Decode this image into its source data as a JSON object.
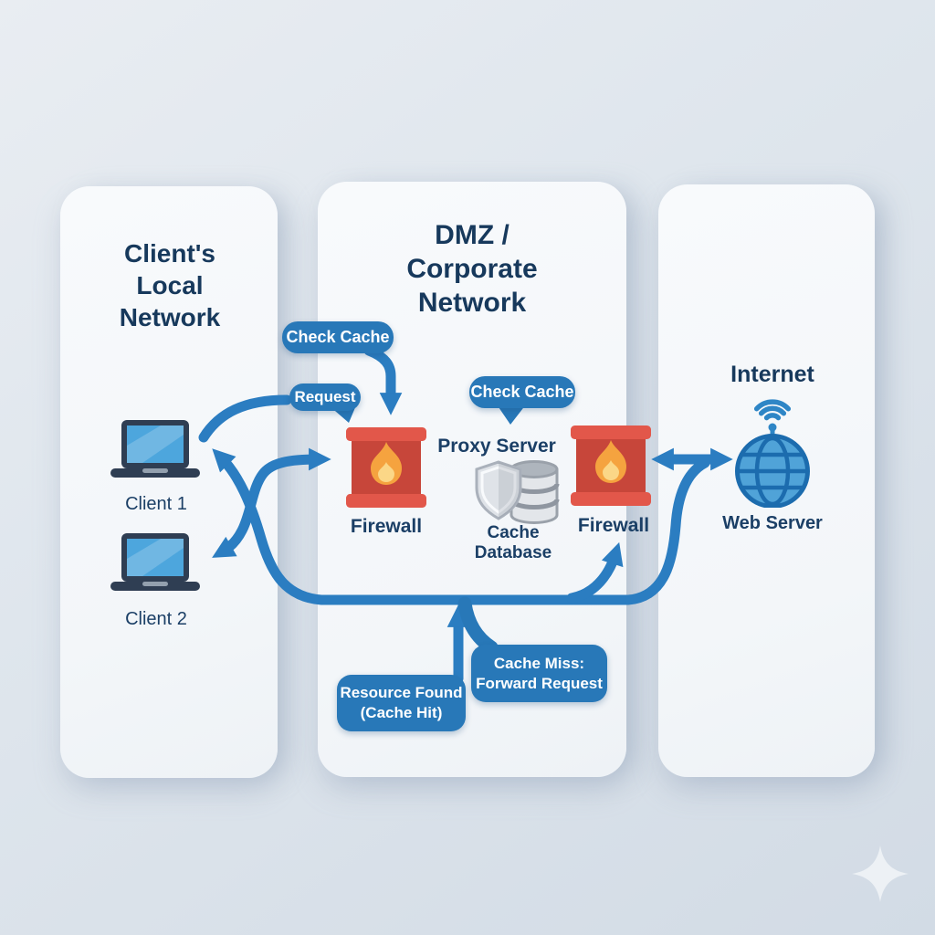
{
  "colors": {
    "background": "#dde4ec",
    "panel": "#f7f9fb",
    "arrow_blue": "#2b7dc1",
    "bubble_blue": "#2878b8",
    "navy_text": "#1b3f66",
    "firewall_red": "#c7463a",
    "firewall_cap_red": "#e2574a",
    "flame_orange": "#f5a33f",
    "flame_yellow": "#fbd787",
    "laptop_screen_blue": "#4da6dd",
    "globe_blue": "#50a3d8"
  },
  "panels": {
    "local_network": {
      "title_line1": "Client's",
      "title_line2": "Local",
      "title_line3": "Network"
    },
    "dmz": {
      "title_line1": "DMZ /",
      "title_line2": "Corporate",
      "title_line3": "Network"
    },
    "internet": {
      "title": "Internet"
    }
  },
  "nodes": {
    "client1": {
      "label": "Client 1"
    },
    "client2": {
      "label": "Client 2"
    },
    "firewall1": {
      "label": "Firewall"
    },
    "proxy": {
      "label": "Proxy Server"
    },
    "cache_database": {
      "label_line1": "Cache",
      "label_line2": "Database"
    },
    "firewall2": {
      "label": "Firewall"
    },
    "web_server": {
      "label": "Web Server"
    }
  },
  "callouts": {
    "check_cache_top": {
      "label": "Check Cache"
    },
    "request": {
      "label": "Request"
    },
    "check_cache_proxy": {
      "label": "Check Cache"
    },
    "cache_miss": {
      "line1": "Cache Miss:",
      "line2": "Forward Request"
    },
    "cache_hit": {
      "line1": "Resource Found",
      "line2": "(Cache Hit)"
    }
  }
}
